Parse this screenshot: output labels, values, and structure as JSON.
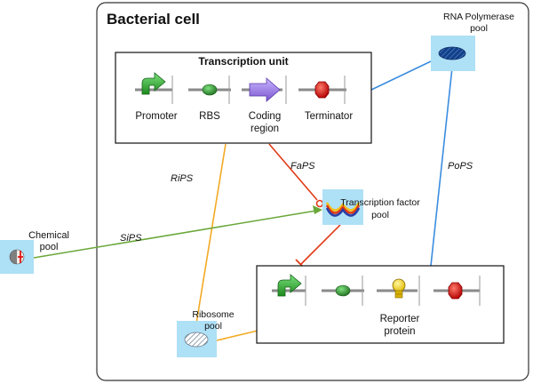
{
  "cell": {
    "title": "Bacterial cell"
  },
  "transcription_unit": {
    "title": "Transcription unit",
    "parts": [
      {
        "icon": "promoter-arrow-icon",
        "label": "Promoter",
        "label2": ""
      },
      {
        "icon": "rbs-icon",
        "label": "RBS",
        "label2": ""
      },
      {
        "icon": "coding-region-arrow-icon",
        "label": "Coding",
        "label2": "region"
      },
      {
        "icon": "terminator-icon",
        "label": "Terminator",
        "label2": ""
      }
    ]
  },
  "reporter": {
    "label": "Reporter",
    "label2": "protein"
  },
  "pools": {
    "rna_polymerase": {
      "label": "RNA Polymerase",
      "label2": "pool"
    },
    "transcription_factor": {
      "label": "Transcription factor",
      "label2": "pool"
    },
    "ribosome": {
      "label": "Ribosome",
      "label2": "pool"
    },
    "chemical": {
      "label": "Chemical",
      "label2": "pool"
    }
  },
  "fluxes": {
    "popS": "PoPS",
    "faPS": "FaPS",
    "riPS": "RiPS",
    "siPS": "SiPS"
  },
  "colors": {
    "pool_fill": "#aee0f6",
    "popS_line": "#3b8de0",
    "faPS_line": "#e23a16",
    "riPS_line": "#f3aa24",
    "siPS_line": "#69a83a",
    "promoter": "#2fa82f",
    "coding": "#9d7be0",
    "terminator": "#e01414",
    "rbs": "#2e8a2e"
  }
}
